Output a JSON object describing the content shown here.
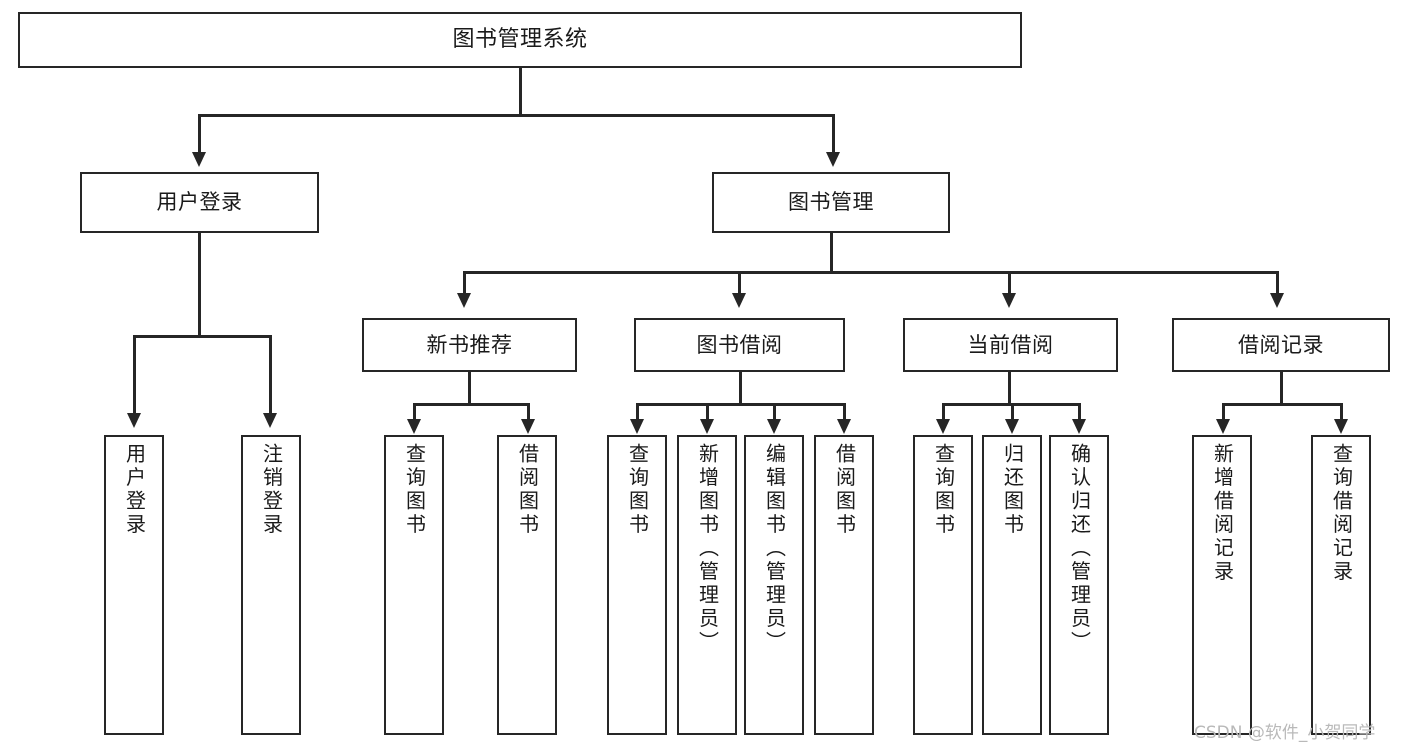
{
  "diagram": {
    "type": "tree-hierarchy",
    "title": "图书管理系统",
    "root": {
      "label": "图书管理系统",
      "level": 0
    },
    "level1": [
      {
        "label": "用户登录"
      },
      {
        "label": "图书管理"
      }
    ],
    "level2": [
      {
        "label": "新书推荐"
      },
      {
        "label": "图书借阅"
      },
      {
        "label": "当前借阅"
      },
      {
        "label": "借阅记录"
      }
    ],
    "leaves": {
      "user_login": [
        {
          "label": "用户登录"
        },
        {
          "label": "注销登录"
        }
      ],
      "new_book_recommend": [
        {
          "label": "查询图书"
        },
        {
          "label": "借阅图书"
        }
      ],
      "book_borrow": [
        {
          "label": "查询图书"
        },
        {
          "label": "新增图书（管理员）"
        },
        {
          "label": "编辑图书（管理员）"
        },
        {
          "label": "借阅图书"
        }
      ],
      "current_borrow": [
        {
          "label": "查询图书"
        },
        {
          "label": "归还图书"
        },
        {
          "label": "确认归还（管理员）"
        }
      ],
      "borrow_record": [
        {
          "label": "新增借阅记录"
        },
        {
          "label": "查询借阅记录"
        }
      ]
    }
  },
  "watermark": {
    "text": "CSDN @软件_小贺同学"
  },
  "colors": {
    "stroke": "#262626",
    "fill": "#ffffff",
    "text": "#1a1a1a",
    "watermark": "#b9b9b9"
  }
}
